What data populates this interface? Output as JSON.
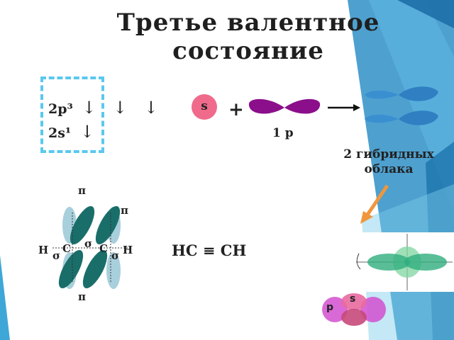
{
  "slide": {
    "title": "Третье валентное состояние",
    "orbitals": {
      "line_2p_label": "2p³",
      "line_2p_arrows": "↓ ↓ ↓",
      "line_2s_label": "2s¹",
      "line_2s_arrows": "↓"
    },
    "s_label": "s",
    "plus": "+",
    "p_caption": "1 p",
    "hybrid_caption": "2 гибридных облака",
    "molecule": {
      "pi_top": "п",
      "pi_right": "п",
      "pi_bottom": "п",
      "sigma_center": "σ",
      "sigma_left": "σ",
      "sigma_right": "σ",
      "h_left": "H",
      "h_right": "H",
      "c_left": "C",
      "c_right": "C"
    },
    "formula": "HC ≡ CH",
    "photo_labels": {
      "s": "s",
      "p": "p"
    }
  },
  "colors": {
    "accent_blue": "#3a8fd0",
    "box_dash": "#5bc8ee",
    "s_orbital": "#f06a8c",
    "p_orbital": "#8b0f8b",
    "teal_orbital": "#1a6e6a",
    "light_orbital": "#a8cfdc",
    "arrow_orange": "#f0963c"
  }
}
